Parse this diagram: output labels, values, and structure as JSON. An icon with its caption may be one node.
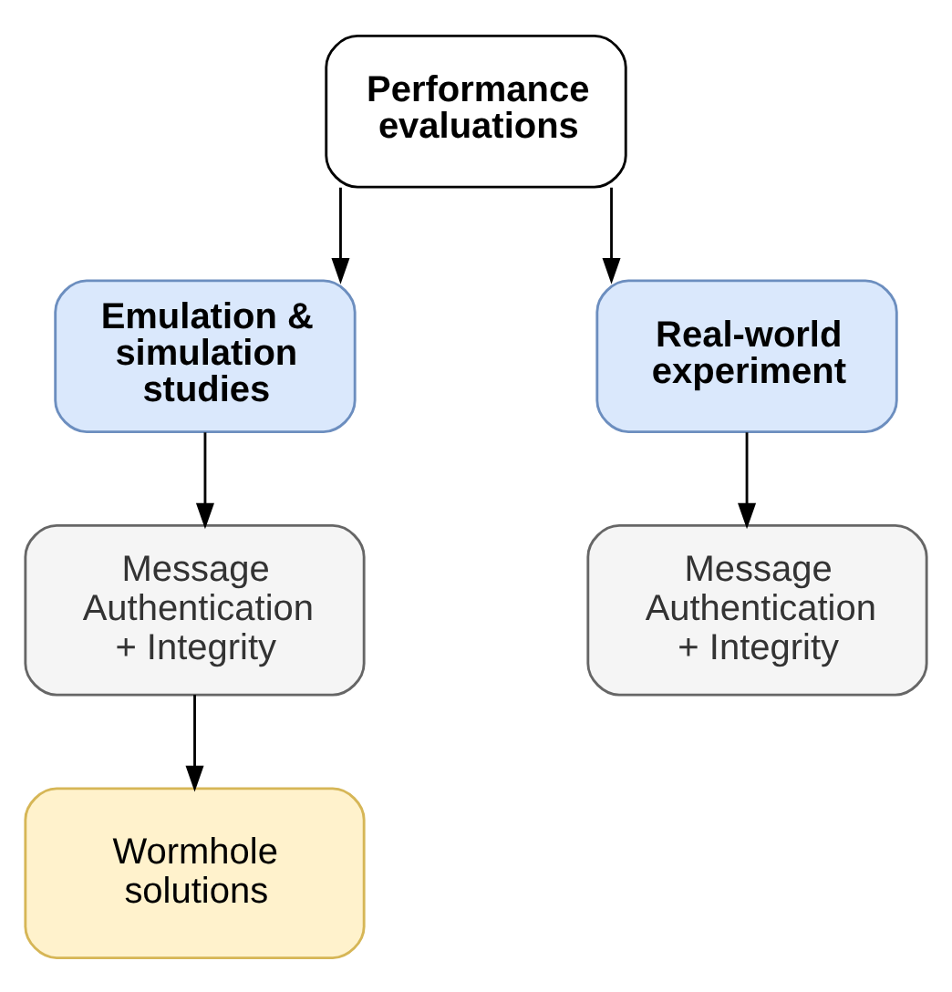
{
  "diagram": {
    "nodes": [
      {
        "text": [
          "Performance evaluations"
        ]
      },
      {
        "text": [
          "Emulation & simulation studies"
        ]
      },
      {
        "text": [
          "Real-world experiment"
        ]
      },
      {
        "text": [
          "Message Authentication + Integrity"
        ]
      },
      {
        "text": [
          "Message Authentication + Integrity"
        ]
      },
      {
        "text": [
          "Wormhole solutions"
        ]
      }
    ],
    "edges": [
      {
        "from": 0,
        "to": 1,
        "arrow": "to"
      },
      {
        "from": 0,
        "to": 2,
        "arrow": "to"
      },
      {
        "from": 1,
        "to": 3,
        "arrow": "to"
      },
      {
        "from": 2,
        "to": 4,
        "arrow": "to"
      },
      {
        "from": 3,
        "to": 5,
        "arrow": "to"
      }
    ]
  }
}
